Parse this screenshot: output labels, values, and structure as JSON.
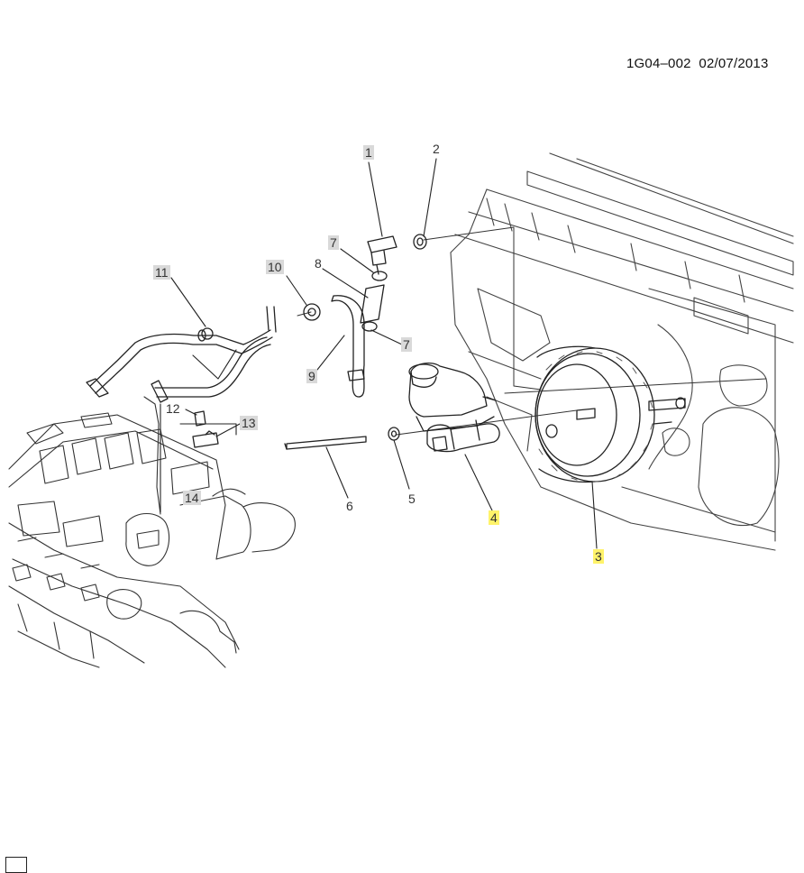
{
  "header": {
    "diagram_id": "1G04–002",
    "date": "02/07/2013"
  },
  "callouts": [
    {
      "id": "c1",
      "label": "1",
      "highlight": false
    },
    {
      "id": "c2",
      "label": "2",
      "highlight": false
    },
    {
      "id": "c3",
      "label": "3",
      "highlight": true
    },
    {
      "id": "c4",
      "label": "4",
      "highlight": true
    },
    {
      "id": "c5",
      "label": "5",
      "highlight": false
    },
    {
      "id": "c6",
      "label": "6",
      "highlight": false
    },
    {
      "id": "c7a",
      "label": "7",
      "highlight": false
    },
    {
      "id": "c7b",
      "label": "7",
      "highlight": false
    },
    {
      "id": "c8",
      "label": "8",
      "highlight": false
    },
    {
      "id": "c9",
      "label": "9",
      "highlight": false
    },
    {
      "id": "c10",
      "label": "10",
      "highlight": false
    },
    {
      "id": "c11",
      "label": "11",
      "highlight": false
    },
    {
      "id": "c12",
      "label": "12",
      "highlight": false
    },
    {
      "id": "c13",
      "label": "13",
      "highlight": false
    },
    {
      "id": "c14",
      "label": "14",
      "highlight": false
    }
  ],
  "colors": {
    "line": "#222222",
    "label_bg": "#d9d9d9",
    "highlight": "#fff36a"
  }
}
